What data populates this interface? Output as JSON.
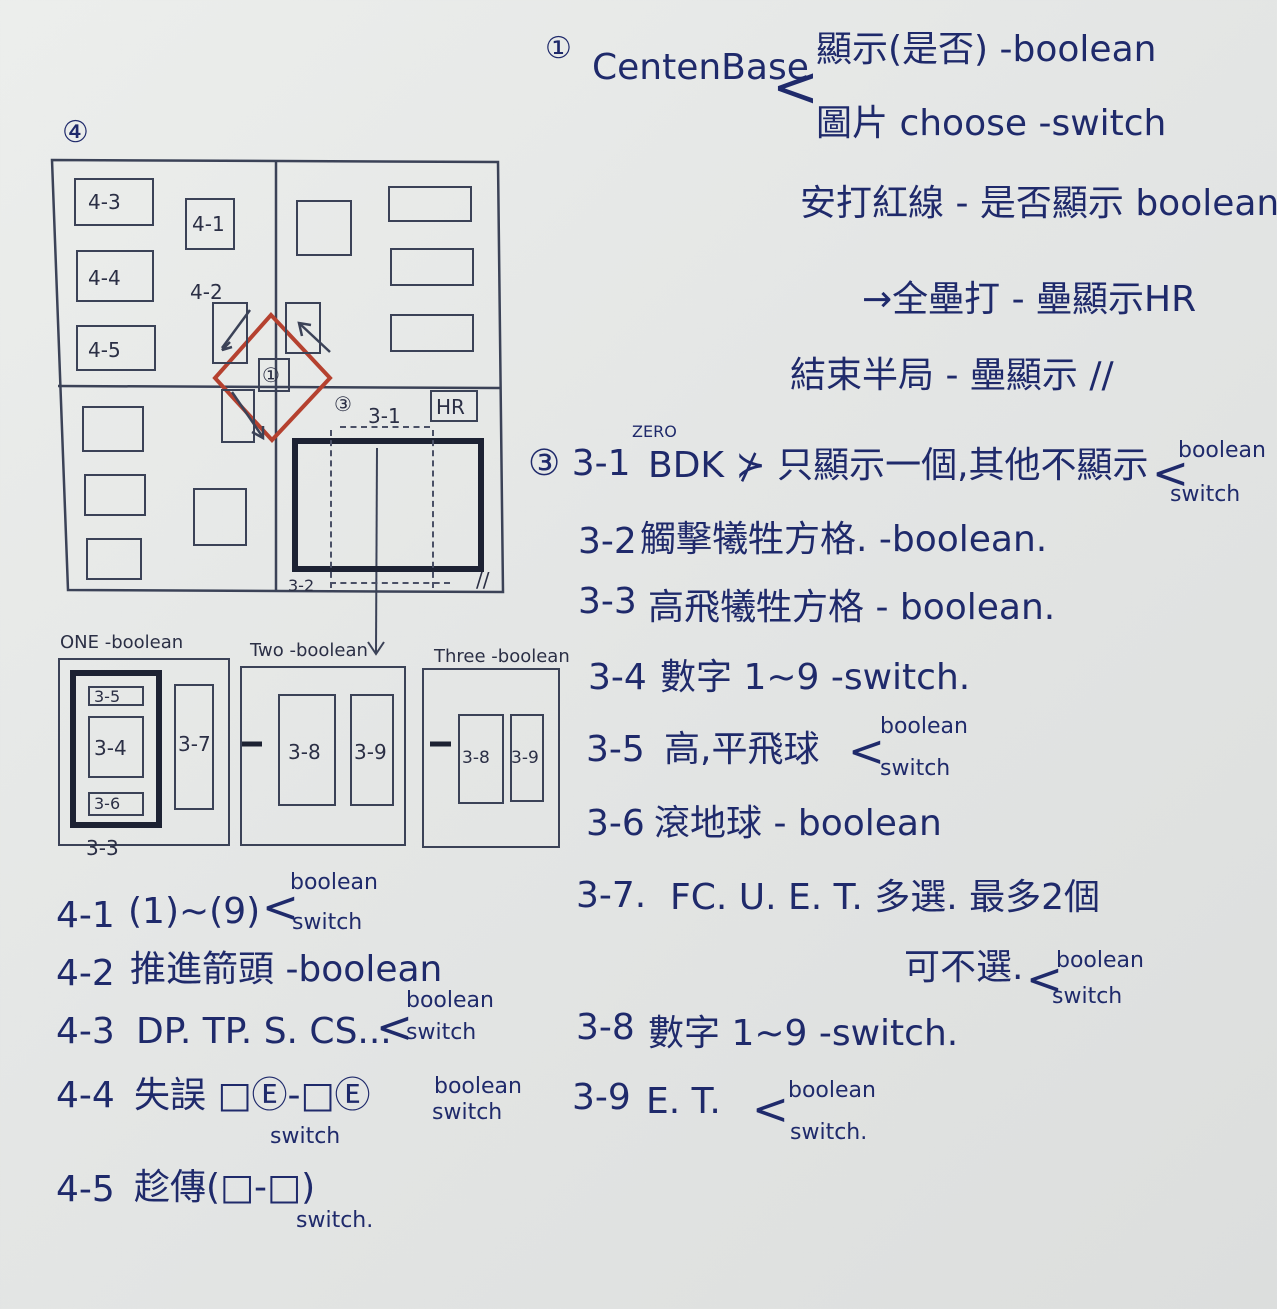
{
  "sketch": {
    "section4_marker": "④",
    "boxes": {
      "b43": "4-3",
      "b44": "4-4",
      "b45": "4-5",
      "b41": "4-1",
      "b42": "4-2",
      "centre": "①",
      "s3": "③",
      "hr": "HR",
      "s31": "3-1",
      "s32": "3-2",
      "slash": "//",
      "b35": "3-5",
      "b34": "3-4",
      "b36": "3-6",
      "b37": "3-7",
      "b33": "3-3",
      "two_38": "3-8",
      "two_39": "3-9",
      "three_38": "3-8",
      "three_39": "3-9"
    },
    "panels": {
      "one": "ONE -boolean",
      "two": "Two -boolean",
      "three": "Three -boolean"
    }
  },
  "notes": {
    "n1": {
      "num": "①",
      "label": "CentenBase",
      "item1": "顯示(是否) -boolean",
      "item2": "圖片 choose -switch",
      "line3": "安打紅線 - 是否顯示 boolean",
      "line4": "→全壘打 - 壘顯示HR",
      "line5": "結束半局 - 壘顯示 //"
    },
    "n3": [
      {
        "code": "③ 3-1",
        "sup": "ZERO",
        "text": "BDK ⊁ 只顯示一個,其他不顯示",
        "tag1": "boolean",
        "tag2": "switch"
      },
      {
        "code": "3-2",
        "text": "觸擊犧牲方格. -boolean."
      },
      {
        "code": "3-3",
        "text": "高飛犧牲方格 - boolean."
      },
      {
        "code": "3-4",
        "text": "數字 1~9 -switch."
      },
      {
        "code": "3-5",
        "text": "高,平飛球",
        "tag1": "boolean",
        "tag2": "switch"
      },
      {
        "code": "3-6",
        "text": "滾地球 - boolean"
      },
      {
        "code": "3-7.",
        "text": "FC. U. E. T. 多選. 最多2個",
        "cont": "可不選.",
        "tag1": "boolean",
        "tag2": "switch"
      },
      {
        "code": "3-8",
        "text": "數字 1~9 -switch."
      },
      {
        "code": "3-9",
        "text": "E. T.",
        "tag1": "boolean",
        "tag2": "switch."
      }
    ],
    "n4": [
      {
        "code": "4-1",
        "text": "(1)~(9)",
        "tag1": "boolean",
        "tag2": "switch"
      },
      {
        "code": "4-2",
        "text": "推進箭頭 -boolean"
      },
      {
        "code": "4-3",
        "text": "DP. TP. S. CS...",
        "tag1": "boolean",
        "tag2": "switch"
      },
      {
        "code": "4-4",
        "text": "失誤 □Ⓔ-□Ⓔ",
        "tag1": "boolean",
        "tag2": "switch",
        "sub": "switch"
      },
      {
        "code": "4-5",
        "text": "趁傳(□-□)",
        "sub": "switch."
      }
    ]
  }
}
